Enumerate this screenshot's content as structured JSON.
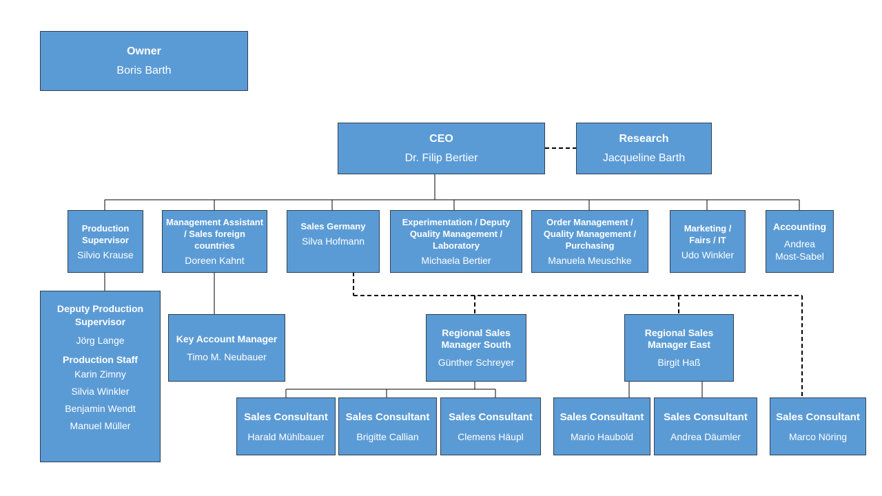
{
  "nodes": {
    "owner": {
      "title": "Owner",
      "person": "Boris Barth"
    },
    "ceo": {
      "title": "CEO",
      "person": "Dr. Filip Bertier"
    },
    "research": {
      "title": "Research",
      "person": "Jacqueline Barth"
    },
    "production_supervisor": {
      "title": "Production Supervisor",
      "person": "Silvio Krause"
    },
    "management_assistant": {
      "title": "Management Assistant / Sales foreign countries",
      "person": "Doreen Kahnt"
    },
    "sales_germany": {
      "title": "Sales Germany",
      "person": "Silva Hofmann"
    },
    "experimentation": {
      "title": "Experimentation / Deputy Quality Management / Laboratory",
      "person": "Michaela Bertier"
    },
    "order_management": {
      "title": "Order Management / Quality Management / Purchasing",
      "person": "Manuela Meuschke"
    },
    "marketing": {
      "title": "Marketing / Fairs / IT",
      "person": "Udo Winkler"
    },
    "accounting": {
      "title": "Accounting",
      "person_line1": "Andrea",
      "person_line2": "Most-Sabel"
    },
    "deputy_production": {
      "title": "Deputy Production Supervisor",
      "person": "Jörg Lange",
      "staff_title": "Production Staff",
      "staff": [
        "Karin Zimny",
        "Silvia Winkler",
        "Benjamin Wendt",
        "Manuel Müller"
      ]
    },
    "key_account": {
      "title": "Key Account Manager",
      "person": "Timo M. Neubauer"
    },
    "regional_south": {
      "title": "Regional Sales Manager South",
      "person": "Günther Schreyer"
    },
    "regional_east": {
      "title": "Regional Sales Manager East",
      "person": "Birgit Haß"
    },
    "consultants": [
      {
        "title": "Sales Consultant",
        "person": "Harald Mühlbauer"
      },
      {
        "title": "Sales Consultant",
        "person": "Brigitte Callian"
      },
      {
        "title": "Sales Consultant",
        "person": "Clemens Häupl"
      },
      {
        "title": "Sales Consultant",
        "person": "Mario Haubold"
      },
      {
        "title": "Sales Consultant",
        "person": "Andrea Däumler"
      },
      {
        "title": "Sales Consultant",
        "person": "Marco Nöring"
      }
    ]
  },
  "colors": {
    "box_fill": "#5b9bd5",
    "box_border": "#2f3e50",
    "text": "#ffffff",
    "line": "#000000"
  }
}
